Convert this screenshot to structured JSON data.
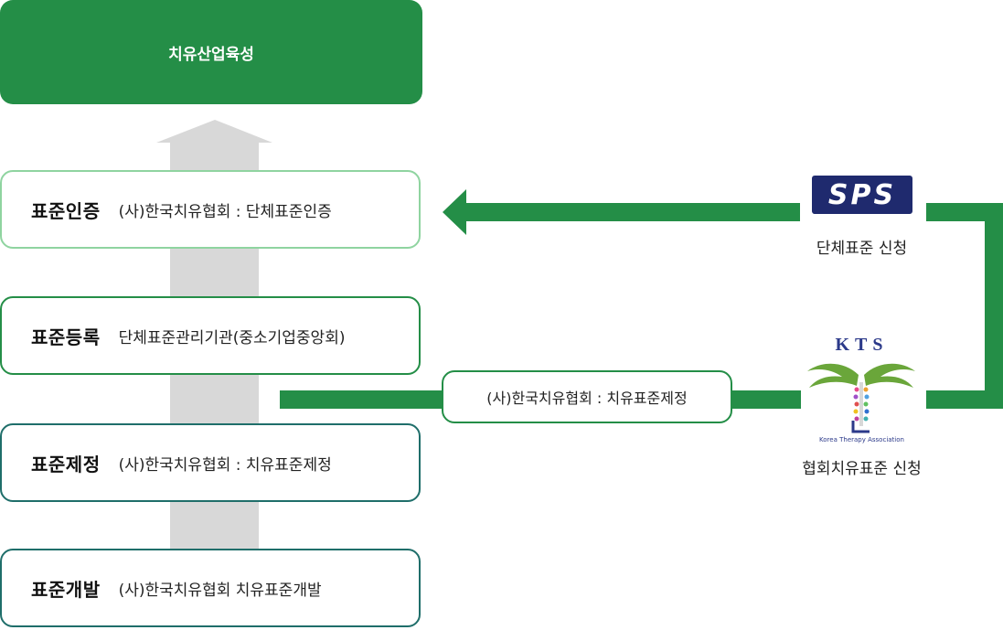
{
  "header": {
    "title": "치유산업육성"
  },
  "stages": [
    {
      "title": "표준인증",
      "desc": "(사)한국치유협회 : 단체표준인증"
    },
    {
      "title": "표준등록",
      "desc": "단체표준관리기관(중소기업중앙회)"
    },
    {
      "title": "표준제정",
      "desc": "(사)한국치유협회 :  치유표준제정"
    },
    {
      "title": "표준개발",
      "desc": "(사)한국치유협회 치유표준개발"
    }
  ],
  "connector": {
    "label": "(사)한국치유협회 : 치유표준제정"
  },
  "sps": {
    "logo_text": "SPS",
    "caption": "단체표준 신청"
  },
  "kts": {
    "logo_text": "KTS",
    "subtitle": "Korea Therapy Association",
    "caption": "협회치유표준 신청"
  },
  "colors": {
    "green": "#248e47",
    "teal_border": "#1f6e6a",
    "light_border": "#8fd4a0",
    "arrow_gray": "#d8d8d8",
    "sps_navy": "#1f2a6e",
    "kts_navy": "#2c3a8a",
    "kts_leaf": "#6aa63a"
  }
}
